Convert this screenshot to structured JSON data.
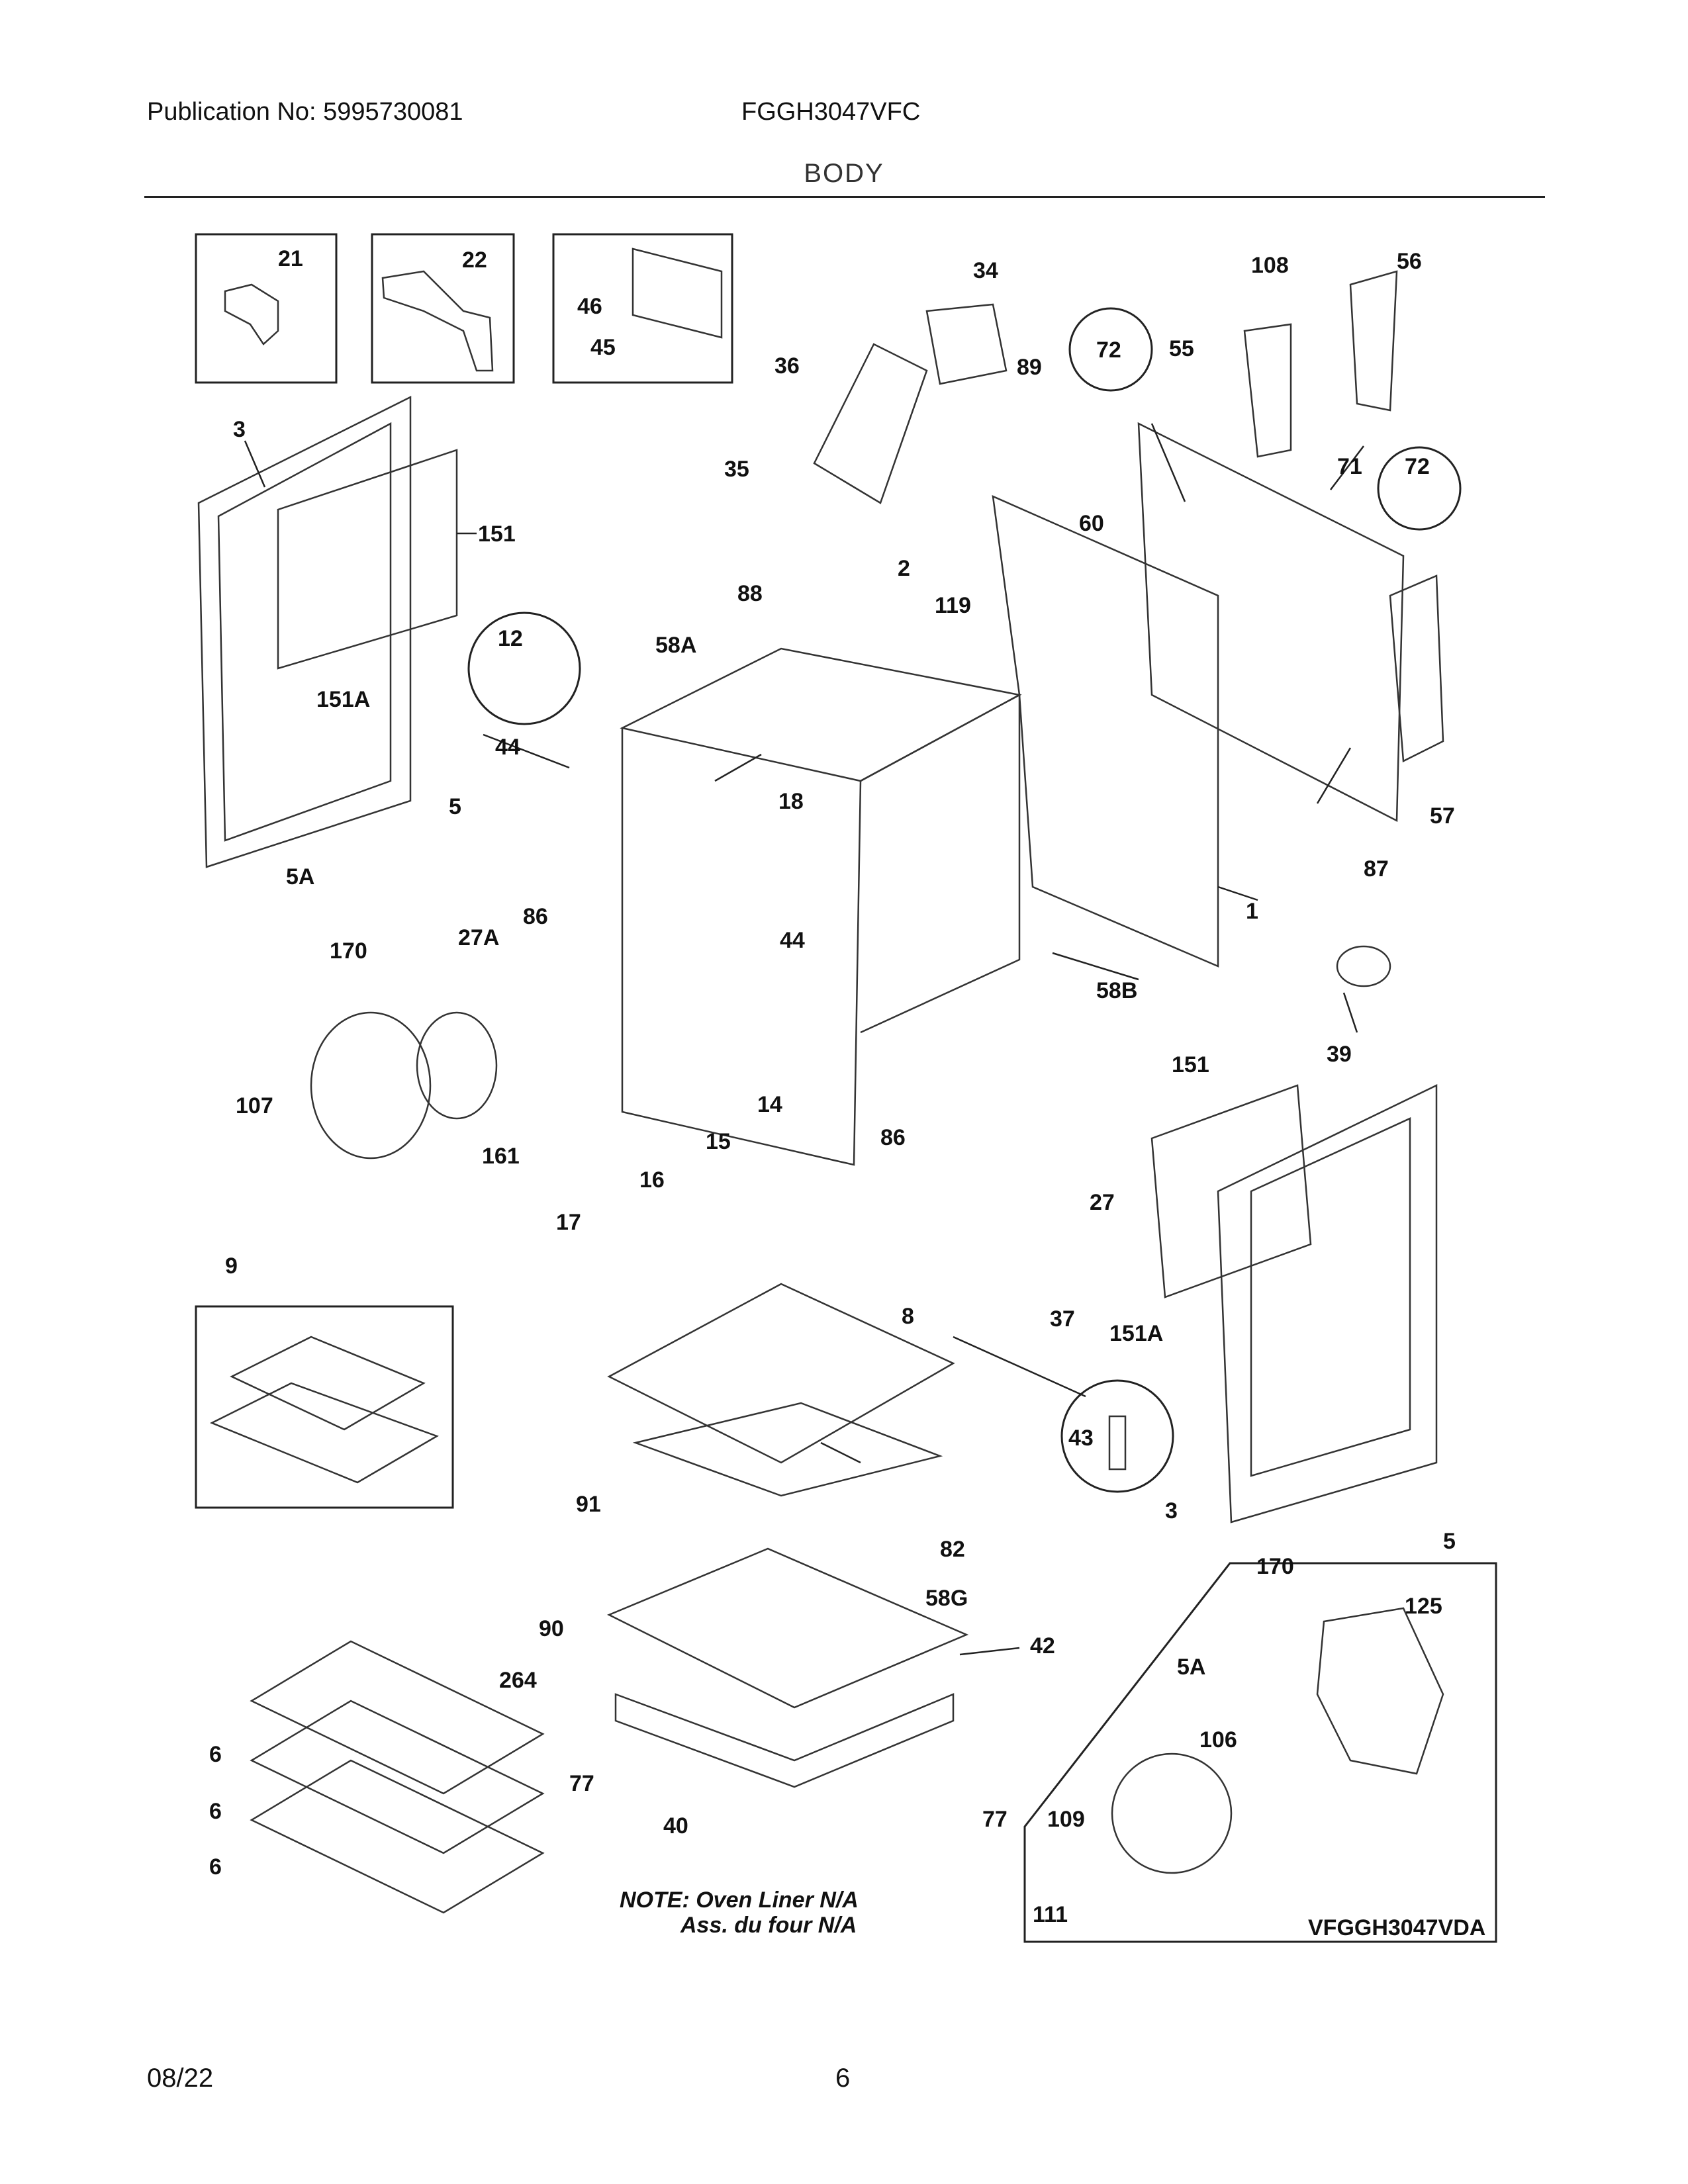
{
  "header": {
    "publication": "Publication No: 5995730081",
    "model": "FGGH3047VFC",
    "section": "BODY"
  },
  "footer": {
    "date": "08/22",
    "page": "6"
  },
  "diagram": {
    "note_line1": "NOTE: Oven Liner N/A",
    "note_line2": "Ass. du four N/A",
    "inset_code": "VFGGH3047VDA",
    "labels": {
      "l21": "21",
      "l22": "22",
      "l46": "46",
      "l45": "45",
      "l34": "34",
      "l36": "36",
      "l89": "89",
      "l72a": "72",
      "l108": "108",
      "l56": "56",
      "l55": "55",
      "l3a": "3",
      "l35": "35",
      "l151a": "151",
      "l71": "71",
      "l72b": "72",
      "l60": "60",
      "l2": "2",
      "l119": "119",
      "l88": "88",
      "l12": "12",
      "l58A": "58A",
      "l151Aa": "151A",
      "l44a": "44",
      "l18": "18",
      "l5a": "5",
      "l5Aa": "5A",
      "l57": "57",
      "l87": "87",
      "l1": "1",
      "l86a": "86",
      "l27A": "27A",
      "l170a": "170",
      "l44b": "44",
      "l58B": "58B",
      "l39": "39",
      "l151b": "151",
      "l107": "107",
      "l14": "14",
      "l15": "15",
      "l161": "161",
      "l16": "16",
      "l86b": "86",
      "l27": "27",
      "l17": "17",
      "l9": "9",
      "l8": "8",
      "l37": "37",
      "l151Ab": "151A",
      "l43": "43",
      "l91": "91",
      "l82": "82",
      "l3b": "3",
      "l5b": "5",
      "l170b": "170",
      "l58G": "58G",
      "l90": "90",
      "l42": "42",
      "l125": "125",
      "l5Ab": "5A",
      "l264": "264",
      "l6a": "6",
      "l106": "106",
      "l6b": "6",
      "l77a": "77",
      "l40": "40",
      "l77b": "77",
      "l109": "109",
      "l6c": "6",
      "l111": "111"
    }
  }
}
